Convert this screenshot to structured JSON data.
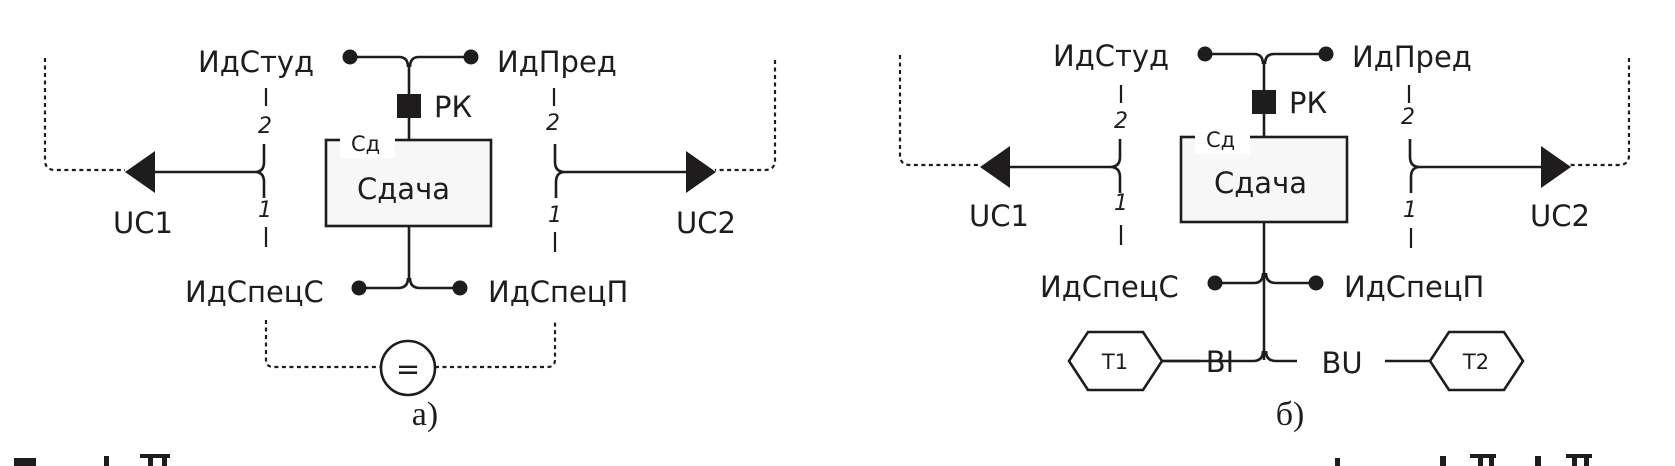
{
  "colors": {
    "ink": "#1f1c1d",
    "box_fill": "#f7f7f7",
    "background": "#ffffff"
  },
  "panels": [
    {
      "caption": "а)",
      "entity": {
        "name": "Сдача",
        "short": "Сд"
      },
      "key_marker": "РК",
      "attributes": {
        "top_left": "ИдСтуд",
        "top_right": "ИдПред",
        "bottom_left": "ИдСпецС",
        "bottom_right": "ИдСпецП"
      },
      "paths": {
        "left": {
          "target": "UC1",
          "upper": "2",
          "lower": "1"
        },
        "right": {
          "target": "UC2",
          "upper": "2",
          "lower": "1"
        }
      },
      "constraint": "="
    },
    {
      "caption": "б)",
      "entity": {
        "name": "Сдача",
        "short": "Сд"
      },
      "key_marker": "РК",
      "attributes": {
        "top_left": "ИдСтуд",
        "top_right": "ИдПред",
        "bottom_left": "ИдСпецС",
        "bottom_right": "ИдСпецП"
      },
      "paths": {
        "left": {
          "target": "UC1",
          "upper": "2",
          "lower": "1"
        },
        "right": {
          "target": "UC2",
          "upper": "2",
          "lower": "1"
        }
      },
      "triggers": {
        "left": {
          "name": "T1",
          "event": "BI"
        },
        "right": {
          "name": "T2",
          "event": "BU"
        }
      }
    }
  ]
}
